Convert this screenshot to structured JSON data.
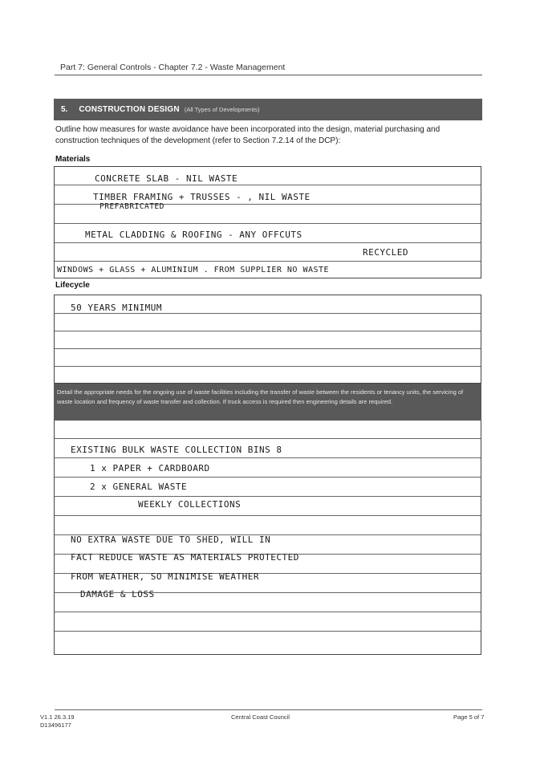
{
  "header": {
    "part_title": "Part 7:  General Controls - Chapter 7.2 - Waste Management"
  },
  "section": {
    "number": "5.",
    "title": "CONSTRUCTION DESIGN",
    "subtitle": "(All Types of  Developments)",
    "intro": "Outline how measures for waste avoidance have been incorporated into the design, material purchasing and construction techniques of the development (refer to Section 7.2.14 of the DCP):"
  },
  "materials": {
    "label": "Materials",
    "lines": [
      "CONCRETE SLAB  -  NIL  WASTE",
      "TIMBER FRAMING + TRUSSES  - , NIL  WASTE",
      "PREFABRICATED",
      "METAL  CLADDING  &  ROOFING  -  ANY  OFFCUTS",
      "RECYCLED",
      "WINDOWS + GLASS + ALUMINIUM . FROM SUPPLIER NO WASTE"
    ]
  },
  "lifecycle": {
    "label": "Lifecycle",
    "lines": [
      "50  YEARS  MINIMUM"
    ]
  },
  "facilities": {
    "instructions": "Detail the appropriate needs for the ongoing use of waste facilities including the transfer of waste between the residents or tenancy units, the servicing of waste location and frequency of waste transfer and collection.  If truck access is required then engineering details are required.",
    "lines": [
      "EXISTING  BULK  WASTE  COLLECTION  BINS 8",
      "1 x PAPER + CARDBOARD",
      "2 x  GENERAL  WASTE",
      "WEEKLY  COLLECTIONS",
      "NO  EXTRA  WASTE  DUE  TO  SHED,  WILL  IN",
      "FACT REDUCE  WASTE  AS  MATERIALS  PROTECTED",
      "FROM  WEATHER,  SO  MINIMISE  WEATHER",
      "DAMAGE  &  LOSS"
    ]
  },
  "footer": {
    "version": "V1.1  26.3.19",
    "doc_id": "D13496177",
    "council": "Central Coast Council",
    "page": "Page 5 of 7"
  }
}
